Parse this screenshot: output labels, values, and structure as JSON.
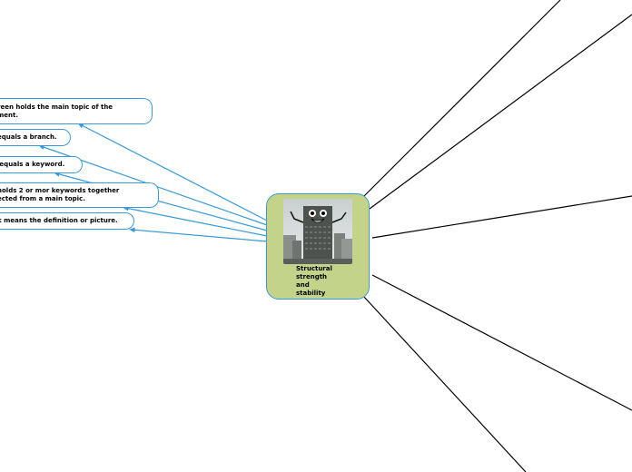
{
  "central_topic": {
    "label": "Structural\nstrength\nand\nstability",
    "image": "smiling-building-icon"
  },
  "notes": [
    {
      "text": "reen holds the main topic of the\nment."
    },
    {
      "text": "equals a branch."
    },
    {
      "text": " equals a keyword."
    },
    {
      "text": "holds 2 or mor keywords together\nected from a main topic."
    },
    {
      "text": "k means the definition or picture."
    }
  ],
  "colors": {
    "connector": "#3a9ad9",
    "branch_line": "#000000",
    "central_fill": "#c3d389",
    "note_border": "#3a9ad9"
  }
}
